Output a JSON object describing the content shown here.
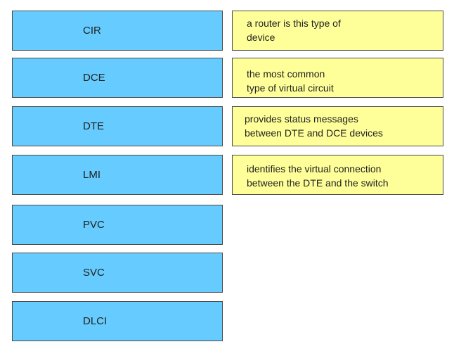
{
  "terms": [
    {
      "label": "CIR"
    },
    {
      "label": "DCE"
    },
    {
      "label": "DTE"
    },
    {
      "label": "LMI"
    },
    {
      "label": "PVC"
    },
    {
      "label": "SVC"
    },
    {
      "label": "DLCI"
    }
  ],
  "definitions": [
    {
      "line1": "a router is this type of",
      "line2": "device"
    },
    {
      "line1": "the most common",
      "line2": "type of virtual circuit"
    },
    {
      "line1": "provides status messages",
      "line2": "between DTE and DCE devices"
    },
    {
      "line1": "identifies the virtual connection",
      "line2": "between the DTE and the switch"
    }
  ],
  "colors": {
    "term_background": "#66ccff",
    "definition_background": "#ffff99",
    "border": "#4a4a4a"
  }
}
